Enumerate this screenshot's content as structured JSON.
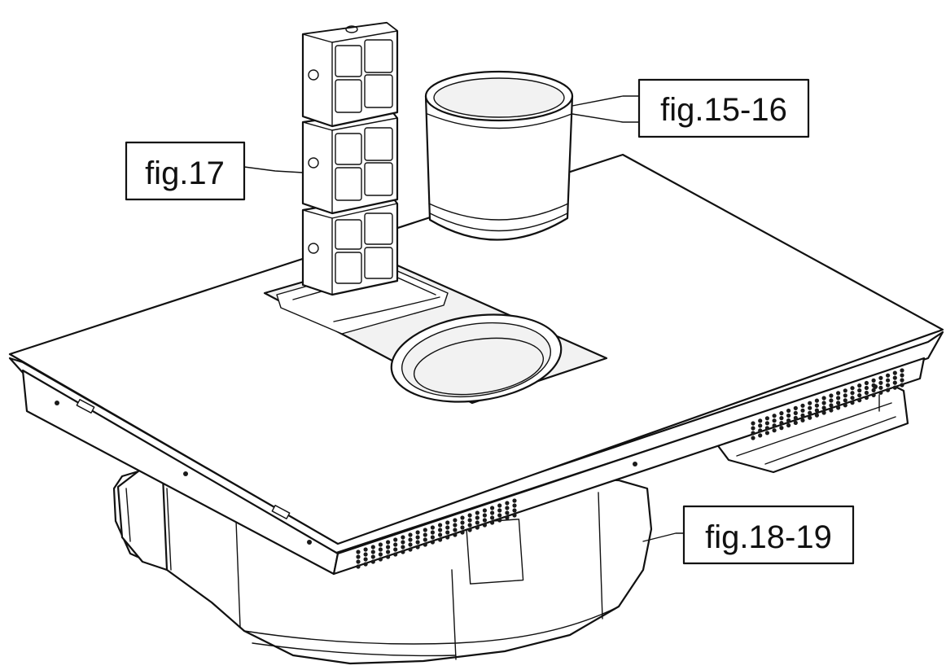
{
  "labels": {
    "fig15_16": "fig.15-16",
    "fig17": "fig.17",
    "fig18_19": "fig.18-19"
  },
  "colors": {
    "line": "#111111",
    "background": "#ffffff"
  }
}
